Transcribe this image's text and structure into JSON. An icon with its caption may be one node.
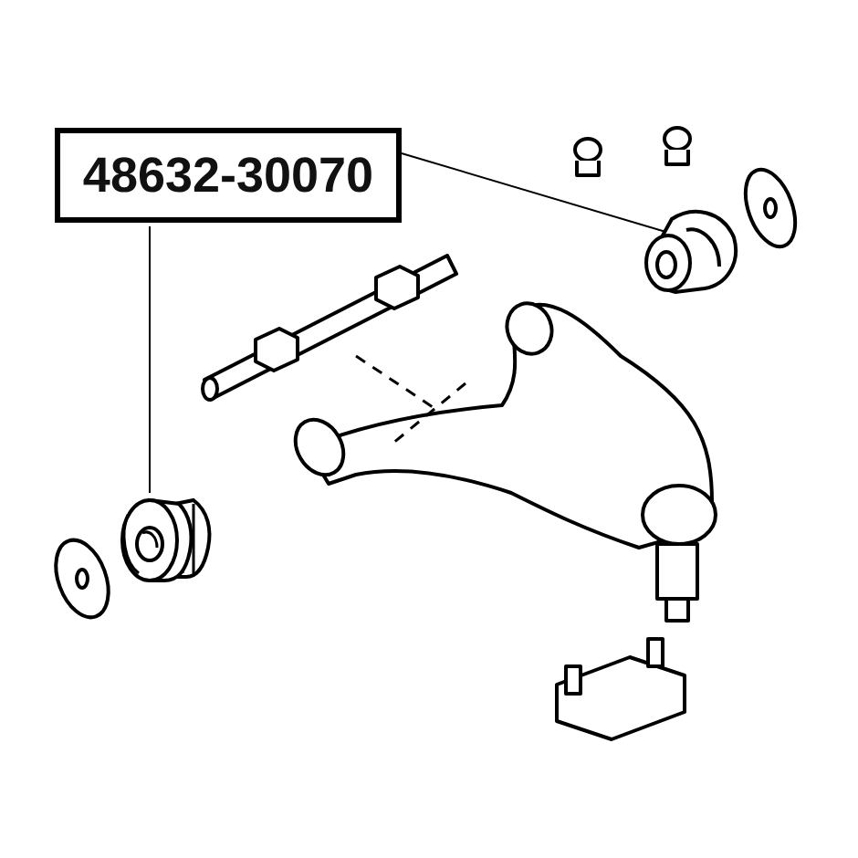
{
  "diagram": {
    "nodes": [
      {
        "text": [
          "48632-30070"
        ]
      },
      {
        "text": [],
        "shape": "picture"
      },
      {
        "text": [],
        "shape": "picture"
      }
    ],
    "edges": [
      {
        "from": 0,
        "to": 1,
        "arrow": "none"
      },
      {
        "from": 0,
        "to": 2,
        "arrow": "none"
      }
    ]
  }
}
